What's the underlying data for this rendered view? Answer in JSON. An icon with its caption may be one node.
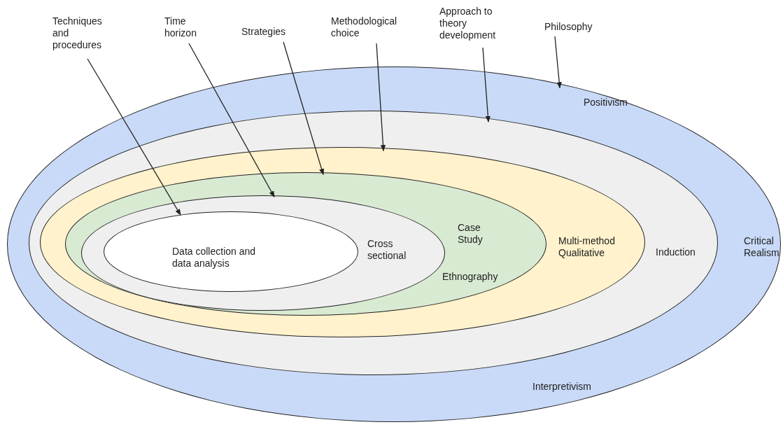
{
  "diagram": {
    "nodes": [
      {
        "text": [
          "Techniques and procedures"
        ]
      },
      {
        "text": [
          "Time horizon"
        ]
      },
      {
        "text": [
          "Strategies"
        ]
      },
      {
        "text": [
          "Methodological choice"
        ]
      },
      {
        "text": [
          "Approach to theory development"
        ]
      },
      {
        "text": [
          "Philosophy"
        ]
      },
      {
        "text": [
          "Positivism",
          "Critical Realism",
          "Interpretivism"
        ]
      },
      {
        "text": [
          "Induction"
        ],
        "in": 6
      },
      {
        "text": [
          "Multi-method Qualitative"
        ],
        "in": 7
      },
      {
        "text": [
          "Case Study",
          "Ethnography"
        ],
        "in": 8
      },
      {
        "text": [
          "Cross sectional"
        ],
        "in": 9
      },
      {
        "text": [
          "Data collection and data analysis"
        ],
        "in": 10
      }
    ],
    "edges": [
      {
        "from": 0,
        "to": 11,
        "arrow": "to"
      },
      {
        "from": 1,
        "to": 10,
        "arrow": "to"
      },
      {
        "from": 2,
        "to": 9,
        "arrow": "to"
      },
      {
        "from": 3,
        "to": 8,
        "arrow": "to"
      },
      {
        "from": 4,
        "to": 7,
        "arrow": "to"
      },
      {
        "from": 5,
        "to": 6,
        "arrow": "to"
      }
    ]
  }
}
